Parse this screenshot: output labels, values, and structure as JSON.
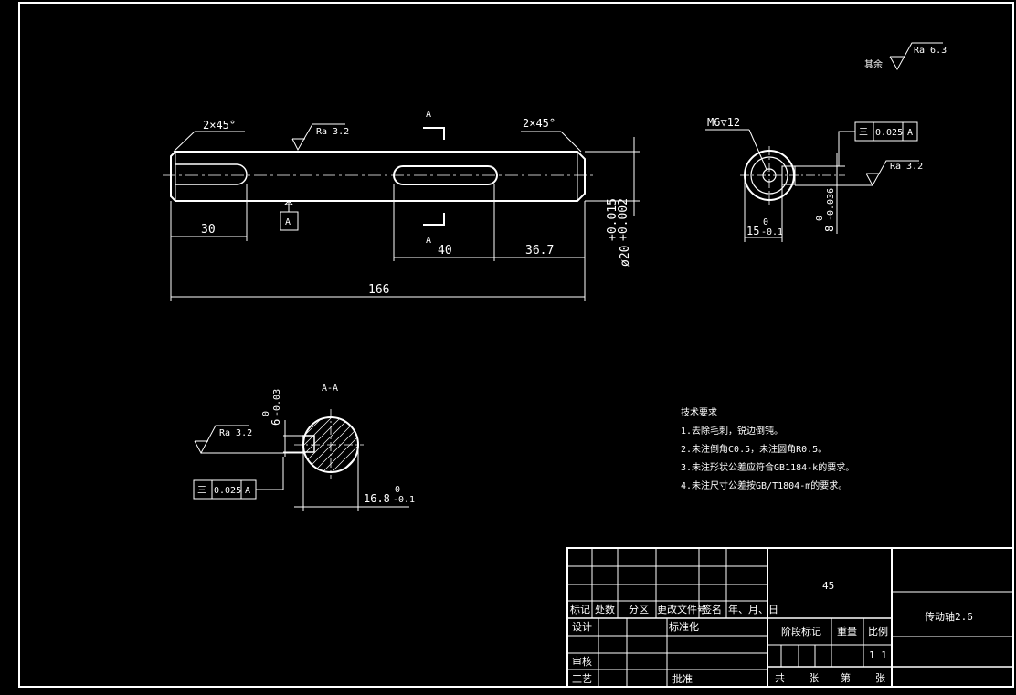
{
  "top_right": {
    "label": "其余",
    "ra": "Ra 6.3"
  },
  "shaft": {
    "chamfer_left": "2×45°",
    "chamfer_right": "2×45°",
    "ra_top": "Ra 3.2",
    "section_mark_top": "A",
    "section_mark_bottom": "A",
    "datum": "A",
    "dim_30": "30",
    "dim_40": "40",
    "dim_367": "36.7",
    "dim_166": "166",
    "dim_dia": "ø20",
    "dia_tol_upper": "+0.015",
    "dia_tol_lower": "+0.002"
  },
  "end_view": {
    "thread": "M6▽12",
    "tol_sym": "三",
    "tol_val": "0.025",
    "tol_datum": "A",
    "ra": "Ra 3.2",
    "dim_15": "15",
    "dim_15_upper": "0",
    "dim_15_lower": "-0.1",
    "dim_8": "8",
    "dim_8_upper": "0",
    "dim_8_lower": "-0.036"
  },
  "section": {
    "title": "A-A",
    "ra": "Ra 3.2",
    "dim_6": "6",
    "dim_6_upper": "0",
    "dim_6_lower": "-0.03",
    "tol_sym": "三",
    "tol_val": "0.025",
    "tol_datum": "A",
    "dim_168": "16.8",
    "dim_168_upper": "0",
    "dim_168_lower": "-0.1"
  },
  "notes": {
    "title": "技术要求",
    "items": [
      "1.去除毛刺，锐边倒钝。",
      "2.未注倒角C0.5，未注圆角R0.5。",
      "3.未注形状公差应符合GB1184-k的要求。",
      "4.未注尺寸公差按GB/T1804-m的要求。"
    ]
  },
  "title_block": {
    "material": "45",
    "part_name": "传动轴2.6",
    "headers": [
      "标记",
      "处数",
      "分区",
      "更改文件号",
      "签名",
      "年、月、日"
    ],
    "design": "设计",
    "standardize": "标准化",
    "review": "审核",
    "process": "工艺",
    "approve": "批准",
    "stage_mark": "阶段标记",
    "weight": "重量",
    "scale": "比例",
    "scale_val": "1 1",
    "total": "共",
    "sheets": "张",
    "sheet_no": "第",
    "sheets2": "张"
  }
}
